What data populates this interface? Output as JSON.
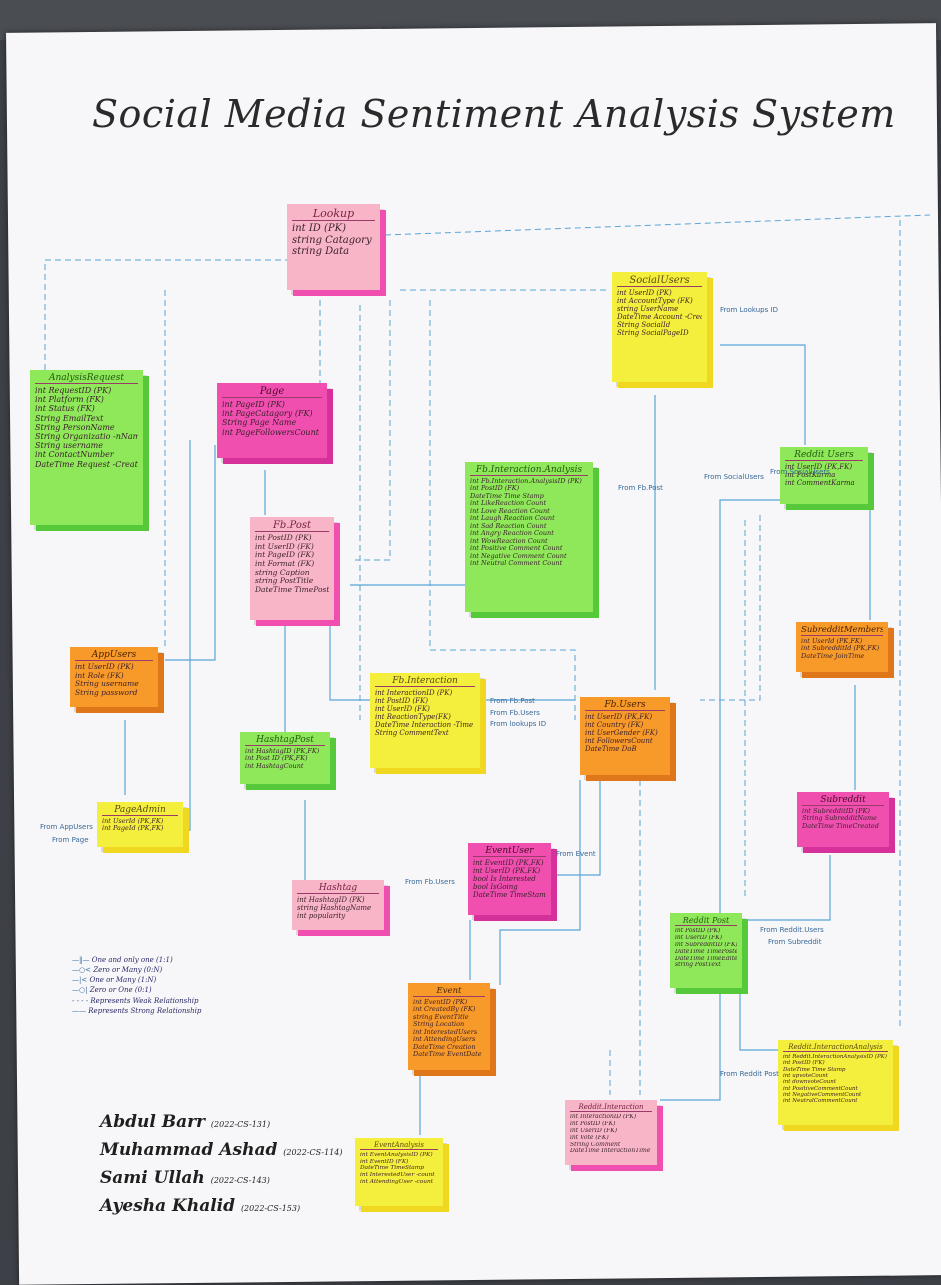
{
  "title": "Social Media Sentiment Analysis System",
  "colors": {
    "pink": "#f7b5c7",
    "magenta": "#f04fb0",
    "yellow": "#f4ef3c",
    "green": "#8ee85a",
    "orange": "#f79a2a",
    "line": "#5aa6d6"
  },
  "entities": {
    "lookup": {
      "name": "Lookup",
      "fields": [
        "int ID (PK)",
        "string Catagory",
        "string Data"
      ]
    },
    "social_users": {
      "name": "SocialUsers",
      "fields": [
        "int UserID (PK)",
        "int AccountType (FK)",
        "string UserName",
        "DateTime Account -Created On",
        "String SocialId",
        "String SocialPageID"
      ]
    },
    "analysis_request": {
      "name": "AnalysisRequest",
      "fields": [
        "int RequestID (PK)",
        "int Platform (FK)",
        "int Status (FK)",
        "String EmailText",
        "String PersonName",
        "String Organizatio -nName",
        "String username",
        "int ContactNumber",
        "DateTime Request -CreatedOn"
      ]
    },
    "page": {
      "name": "Page",
      "fields": [
        "int PageID (PK)",
        "int PageCatagory (FK)",
        "String Page Name",
        "int PageFollowersCount"
      ]
    },
    "fb_interaction_analysis": {
      "name": "Fb.Interaction.Analysis",
      "fields": [
        "int Fb.Interaction.AnalysisID (PK)",
        "int PostID (FK)",
        "DateTime Time Stamp",
        "int LikeReaction Count",
        "int Love Reaction Count",
        "int Laugh Reaction Count",
        "int Sad Reaction Count",
        "int Angry Reaction Count",
        "int WowReaction Count",
        "int Positive Comment Count",
        "int Negative Comment Count",
        "int Neutral Comment Count"
      ]
    },
    "reddit_users": {
      "name": "Reddit Users",
      "fields": [
        "int UserID (PK,FK)",
        "int PostKarma",
        "int CommentKarma"
      ]
    },
    "fb_post": {
      "name": "Fb.Post",
      "fields": [
        "int PostID (PK)",
        "int UserID (FK)",
        "int PageID (FK)",
        "int Format (FK)",
        "string Caption",
        "string PostTitle",
        "DateTime TimePosted"
      ]
    },
    "subreddit_members": {
      "name": "SubredditMembers",
      "fields": [
        "int UserId (PK,FK)",
        "int SubredditId (PK,FK)",
        "DateTime JoinTime"
      ]
    },
    "app_users": {
      "name": "AppUsers",
      "fields": [
        "int UserID (PK)",
        "int Role (FK)",
        "String username",
        "String password"
      ]
    },
    "fb_interaction": {
      "name": "Fb.Interaction",
      "fields": [
        "int InteractionID (PK)",
        "int PostID (FK)",
        "int UserID (FK)",
        "int ReactionType(FK)",
        "DateTime Interaction -Time",
        "String CommentText"
      ]
    },
    "fb_users": {
      "name": "Fb.Users",
      "fields": [
        "int UserID (PK,FK)",
        "int Country (FK)",
        "int UserGender (FK)",
        "int FollowersCount",
        "DateTime DoB"
      ]
    },
    "hashtag_post": {
      "name": "HashtagPost",
      "fields": [
        "int HashtagID (PK,FK)",
        "int Post ID (PK,FK)",
        "int HashtagCount"
      ]
    },
    "page_admin": {
      "name": "PageAdmin",
      "fields": [
        "int UserId (PK,FK)",
        "int PageId (PK,FK)"
      ]
    },
    "subreddit": {
      "name": "Subreddit",
      "fields": [
        "int SubredditID (PK)",
        "String SubredditName",
        "DateTime TimeCreated"
      ]
    },
    "event_users": {
      "name": "EventUser",
      "fields": [
        "int EventID (PK,FK)",
        "int UserID (PK,FK)",
        "bool Is Interested",
        "bool IsGoing",
        "DateTime TimeStamp"
      ]
    },
    "hashtag": {
      "name": "Hashtag",
      "fields": [
        "int HashtagID (PK)",
        "string HashtagName",
        "int popularity"
      ]
    },
    "reddit_post": {
      "name": "Reddit Post",
      "fields": [
        "int PostID (PK)",
        "int UserID (FK)",
        "int SubredditID (FK)",
        "DateTime TimePosted",
        "DateTime TimeEdited",
        "string PostText"
      ]
    },
    "event": {
      "name": "Event",
      "fields": [
        "int EventID (PK)",
        "int CreatedBy (FK)",
        "string EventTitle",
        "String Location",
        "int InterestedUsers",
        "int AttendingUsers",
        "DateTime Creation",
        "DateTime EventDate"
      ]
    },
    "reddit_interaction_analysis": {
      "name": "Reddit.InteractionAnalysis",
      "fields": [
        "int Reddit.InteractionAnalysisID (PK)",
        "int PostID (FK)",
        "DateTime Time Stamp",
        "int upvoteCount",
        "int downvoteCount",
        "int PositiveCommentCount",
        "int NegativeCommentCount",
        "int NeutralCommentCount"
      ]
    },
    "reddit_interaction": {
      "name": "Reddit.Interaction",
      "fields": [
        "int InteractionID (PK)",
        "int PostID (FK)",
        "int UserID (FK)",
        "int Vote (FK)",
        "String Comment",
        "DateTime InteractionTime"
      ]
    },
    "event_analysis": {
      "name": "EventAnalysis",
      "fields": [
        "int EventAnalysisID (PK)",
        "int EventID (FK)",
        "DateTime TimeStamp",
        "int InterestedUser -count",
        "int AttendingUser -count"
      ]
    }
  },
  "annotations": {
    "from_lookups_id": "From Lookups ID",
    "from_fb_post": "From Fb.Post",
    "from_fb_users": "From Fb.Users",
    "from_lookups_id2": "From lookups ID",
    "from_social_users": "From SocialUsers",
    "from_app_users": "From AppUsers",
    "from_page": "From Page",
    "from_event": "From Event",
    "from_reddit_post": "From Reddit Post",
    "from_reddit_users": "From Reddit.Users",
    "from_subreddit": "From Subreddit"
  },
  "legend": [
    "One and only one (1:1)",
    "Zero or Many (0:N)",
    "One or Many (1:N)",
    "Zero or One (0:1)",
    "Represents Weak Relationship",
    "Represents Strong Relationship"
  ],
  "authors": [
    {
      "name": "Abdul Barr",
      "roll": "(2022-CS-131)"
    },
    {
      "name": "Muhammad Ashad",
      "roll": "(2022-CS-114)"
    },
    {
      "name": "Sami Ullah",
      "roll": "(2022-CS-143)"
    },
    {
      "name": "Ayesha Khalid",
      "roll": "(2022-CS-153)"
    }
  ]
}
